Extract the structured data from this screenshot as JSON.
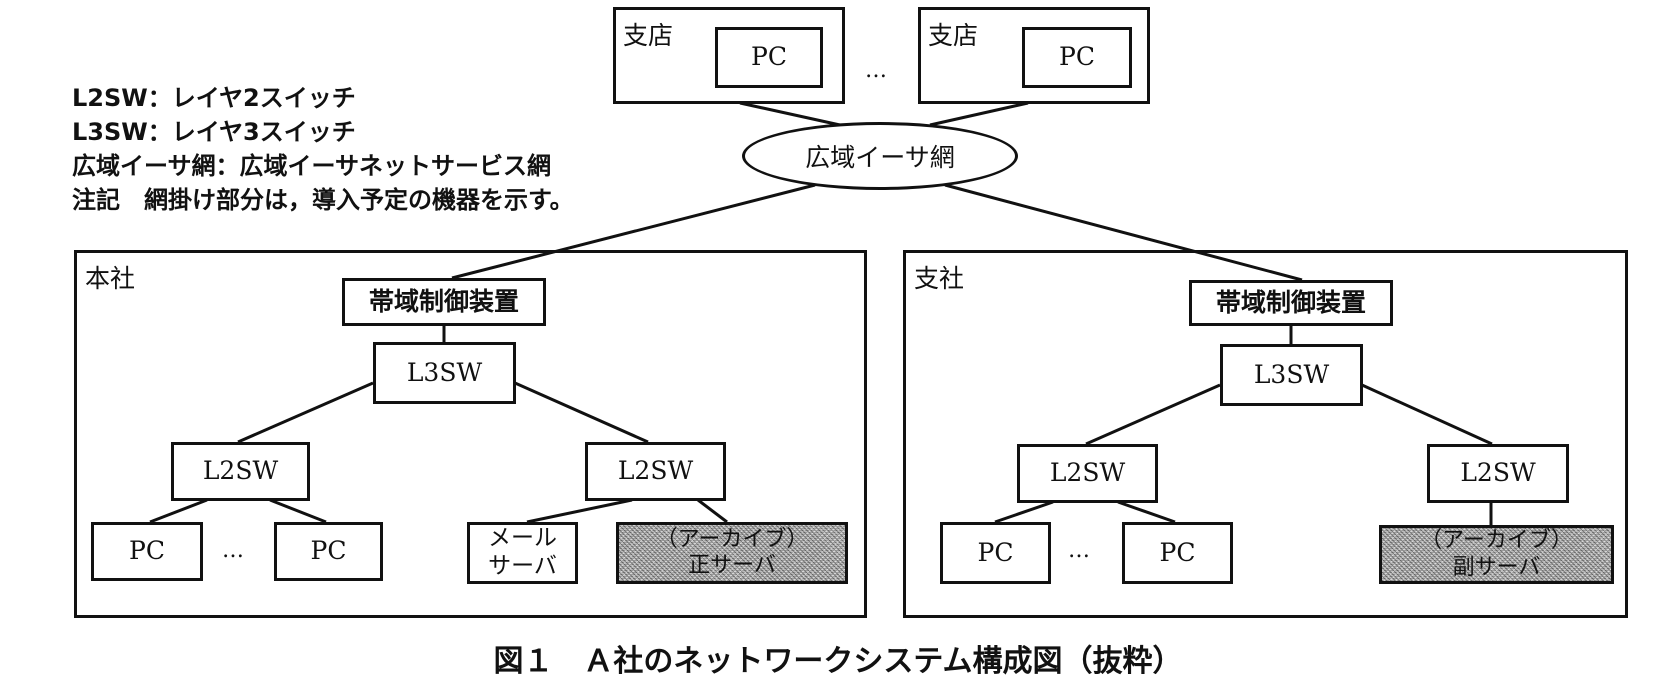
{
  "legend": {
    "items": [
      "L2SW：レイヤ2スイッチ",
      "L3SW：レイヤ3スイッチ",
      "広域イーサ網：広域イーサネットサービス網",
      "注記　網掛け部分は，導入予定の機器を示す。"
    ]
  },
  "stores": [
    {
      "label": "支店",
      "device": "PC"
    },
    {
      "label": "支店",
      "device": "PC"
    }
  ],
  "ellipsis": "…",
  "wan": {
    "label": "広域イーサ網"
  },
  "headquarters": {
    "label": "本社",
    "bandwidth_controller": "帯域制御装置",
    "l3sw": "L3SW",
    "l2sw_left": "L2SW",
    "l2sw_right": "L2SW",
    "pc1": "PC",
    "pc2": "PC",
    "mail_server": "メール\nサーバ",
    "archive_server": "（アーカイブ）\n正サーバ"
  },
  "branch": {
    "label": "支社",
    "bandwidth_controller": "帯域制御装置",
    "l3sw": "L3SW",
    "l2sw_left": "L2SW",
    "l2sw_right": "L2SW",
    "pc1": "PC",
    "pc2": "PC",
    "archive_server": "（アーカイブ）\n副サーバ"
  },
  "caption": "図１　Ａ社のネットワークシステム構成図（抜粋）",
  "colors": {
    "line": "#111111",
    "hatch": "#bdbdbd",
    "background": "#ffffff"
  }
}
